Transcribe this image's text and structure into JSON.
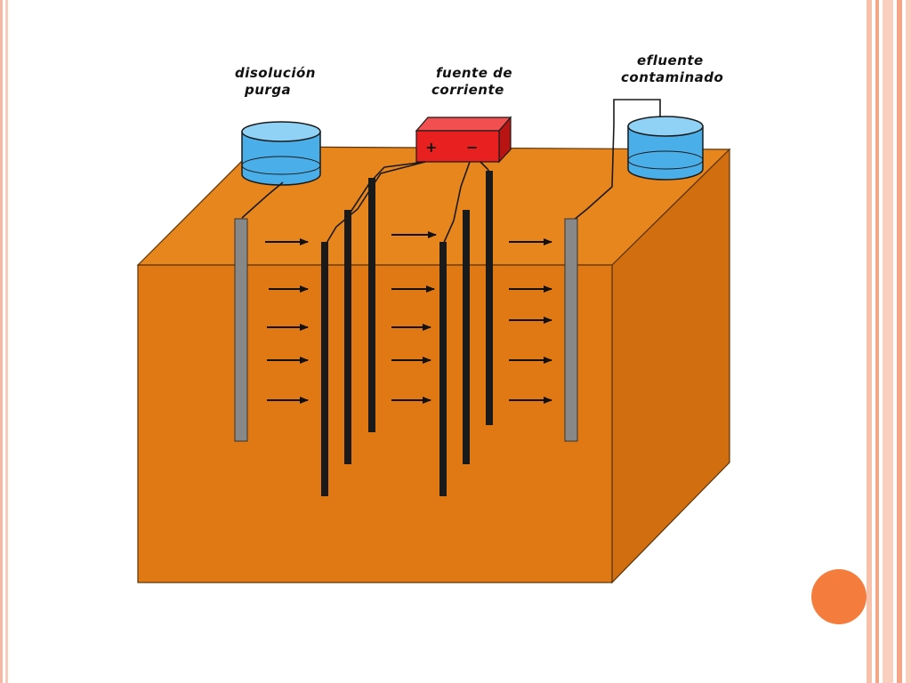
{
  "labels": {
    "purge_line1": "disolución",
    "purge_line2": "purga",
    "power_line1": "fuente de",
    "power_line2": "corriente",
    "effluent_line1": "efluente",
    "effluent_line2": "contaminado",
    "plus": "+",
    "minus": "−"
  },
  "colors": {
    "soil_front": "#e07814",
    "soil_top": "#e8861e",
    "soil_side": "#d06e10",
    "tank_water": "#4aaee8",
    "power_box": "#e82020",
    "electrode": "#1a1a1a",
    "membrane": "#888888",
    "accent_circle": "#f47c3c"
  }
}
